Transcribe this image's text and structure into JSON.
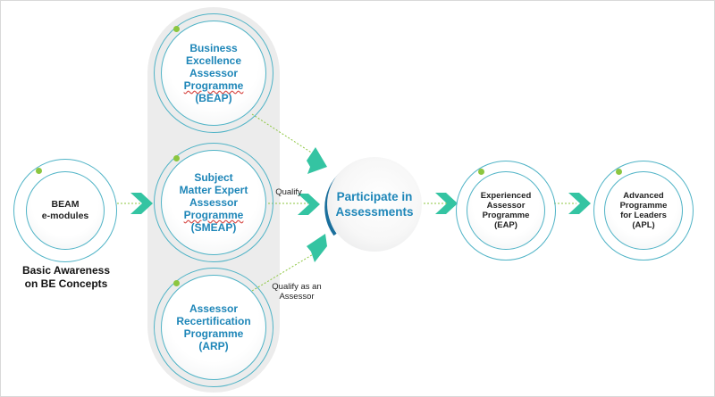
{
  "nodes": {
    "beam": {
      "lines": [
        "BEAM",
        "e-modules"
      ]
    },
    "beap": {
      "lines": [
        "Business",
        "Excellence",
        "Assessor",
        "Programme",
        "(BEAP)"
      ]
    },
    "smeap": {
      "lines": [
        "Subject",
        "Matter Expert",
        "Assessor",
        "Programme",
        "(SMEAP)"
      ]
    },
    "arp": {
      "lines": [
        "Assessor",
        "Recertification",
        "Programme",
        "(ARP)"
      ]
    },
    "participate": {
      "lines": [
        "Participate in",
        "Assessments"
      ]
    },
    "eap": {
      "lines": [
        "Experienced",
        "Assessor",
        "Programme",
        "(EAP)"
      ]
    },
    "apl": {
      "lines": [
        "Advanced",
        "Programme",
        "for Leaders",
        "(APL)"
      ]
    }
  },
  "captions": {
    "beam": "Basic Awareness\non BE Concepts",
    "qualify": "Qualify",
    "qualify_assessor": "Qualify as an\nAssessor"
  },
  "colors": {
    "accent_blue": "#1e86b8",
    "ring_teal": "#4fb3c6",
    "chevron_green": "#34c4a2",
    "dot_green": "#8cc63f",
    "panel_grey": "#ececec"
  }
}
